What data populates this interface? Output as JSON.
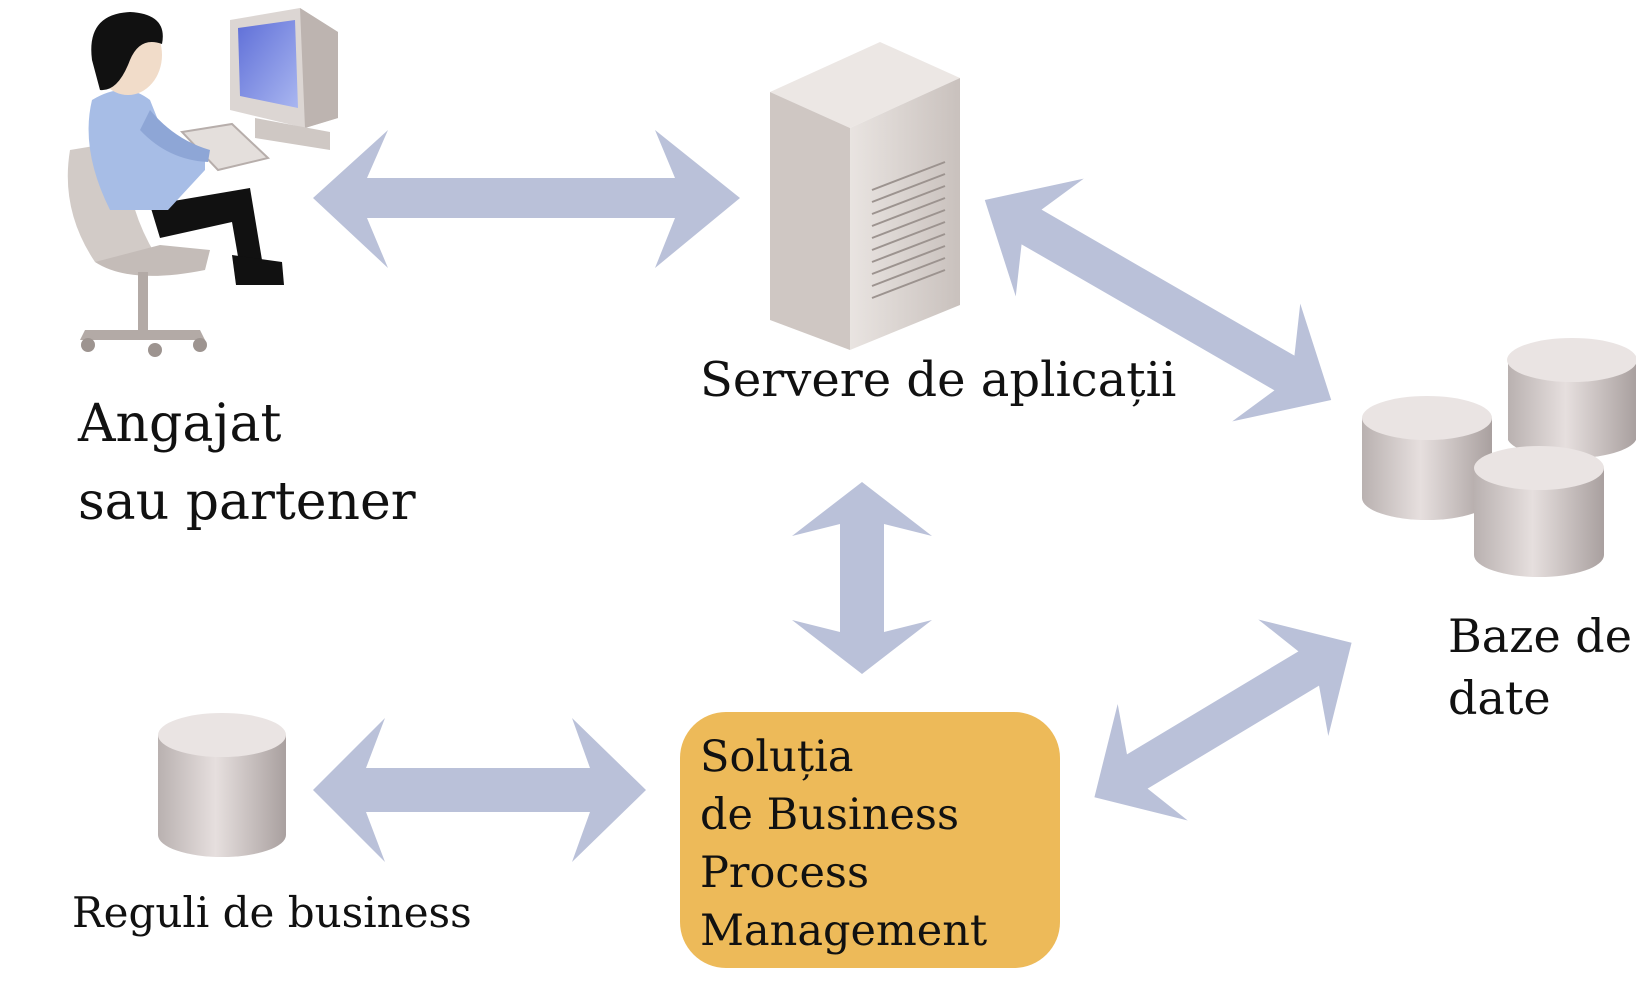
{
  "colors": {
    "arrow": "#bac1d9",
    "bpm_box": "#edba59",
    "cylinder": "#d9d2d1",
    "server": "#dcd6d3",
    "shirt": "#a7bde6",
    "hair_pants": "#111111"
  },
  "nodes": {
    "user": {
      "icon": "person-at-computer-icon",
      "lines": [
        "Angajat",
        "sau partener"
      ]
    },
    "server": {
      "icon": "server-tower-icon",
      "label": "Servere de aplicații"
    },
    "databases": {
      "icon": "database-cylinders-icon",
      "lines": [
        "Baze de",
        "date"
      ]
    },
    "rules": {
      "icon": "database-cylinder-icon",
      "label": "Reguli de business"
    },
    "bpm": {
      "lines": [
        "Soluția",
        "de Business",
        "Process",
        "Management"
      ]
    }
  },
  "connections": [
    {
      "from": "user",
      "to": "server",
      "direction": "both"
    },
    {
      "from": "server",
      "to": "databases",
      "direction": "both"
    },
    {
      "from": "server",
      "to": "bpm",
      "direction": "both"
    },
    {
      "from": "rules",
      "to": "bpm",
      "direction": "both"
    },
    {
      "from": "bpm",
      "to": "databases",
      "direction": "both"
    }
  ]
}
